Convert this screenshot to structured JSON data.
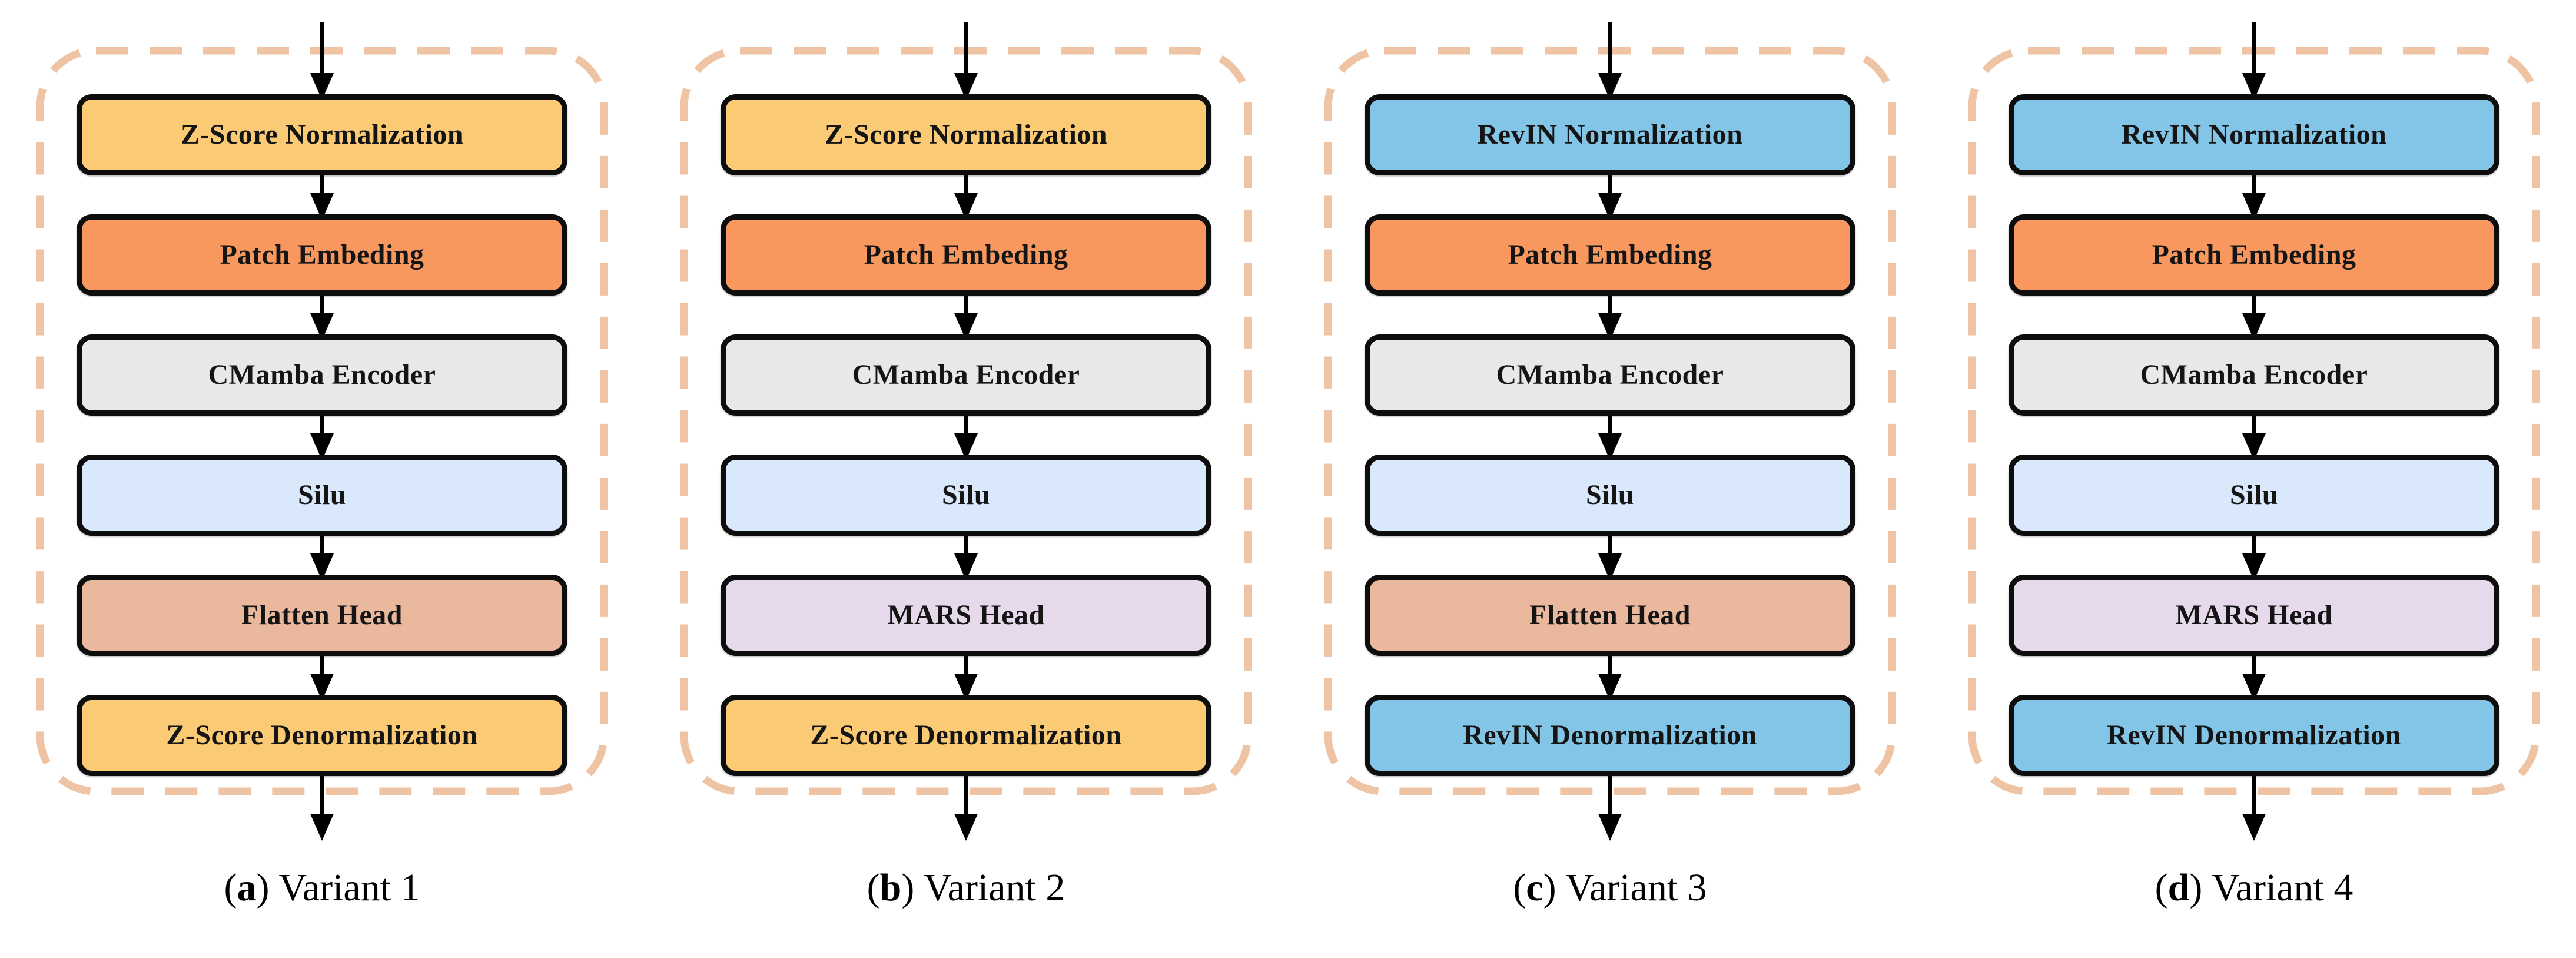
{
  "figure": {
    "type": "flow-diagram",
    "colors": {
      "zscore": "#FBCA74",
      "patch": "#F8985F",
      "encoder": "#E8E8E8",
      "silu": "#D9E9FB",
      "flatten": "#E9B89D",
      "mars": "#E7D9EC",
      "revin": "#82C5E7",
      "outline_dash": "#EFC4A4",
      "node_border": "#0D0D0D",
      "arrow": "#000000"
    },
    "variants": [
      {
        "caption": {
          "open": "(",
          "letter": "a",
          "close": ")",
          "label": "Variant 1"
        },
        "boxes": [
          {
            "label": "Z-Score Normalization",
            "fill": "zscore"
          },
          {
            "label": "Patch Embeding",
            "fill": "patch"
          },
          {
            "label": "CMamba Encoder",
            "fill": "encoder"
          },
          {
            "label": "Silu",
            "fill": "silu"
          },
          {
            "label": "Flatten Head",
            "fill": "flatten"
          },
          {
            "label": "Z-Score Denormalization",
            "fill": "zscore"
          }
        ]
      },
      {
        "caption": {
          "open": "(",
          "letter": "b",
          "close": ")",
          "label": "Variant 2"
        },
        "boxes": [
          {
            "label": "Z-Score Normalization",
            "fill": "zscore"
          },
          {
            "label": "Patch Embeding",
            "fill": "patch"
          },
          {
            "label": "CMamba Encoder",
            "fill": "encoder"
          },
          {
            "label": "Silu",
            "fill": "silu"
          },
          {
            "label": "MARS Head",
            "fill": "mars"
          },
          {
            "label": "Z-Score Denormalization",
            "fill": "zscore"
          }
        ]
      },
      {
        "caption": {
          "open": "(",
          "letter": "c",
          "close": ")",
          "label": "Variant 3"
        },
        "boxes": [
          {
            "label": "RevIN Normalization",
            "fill": "revin"
          },
          {
            "label": "Patch Embeding",
            "fill": "patch"
          },
          {
            "label": "CMamba Encoder",
            "fill": "encoder"
          },
          {
            "label": "Silu",
            "fill": "silu"
          },
          {
            "label": "Flatten Head",
            "fill": "flatten"
          },
          {
            "label": "RevIN Denormalization",
            "fill": "revin"
          }
        ]
      },
      {
        "caption": {
          "open": "(",
          "letter": "d",
          "close": ")",
          "label": "Variant 4"
        },
        "boxes": [
          {
            "label": "RevIN Normalization",
            "fill": "revin"
          },
          {
            "label": "Patch Embeding",
            "fill": "patch"
          },
          {
            "label": "CMamba Encoder",
            "fill": "encoder"
          },
          {
            "label": "Silu",
            "fill": "silu"
          },
          {
            "label": "MARS Head",
            "fill": "mars"
          },
          {
            "label": "RevIN Denormalization",
            "fill": "revin"
          }
        ]
      }
    ]
  }
}
